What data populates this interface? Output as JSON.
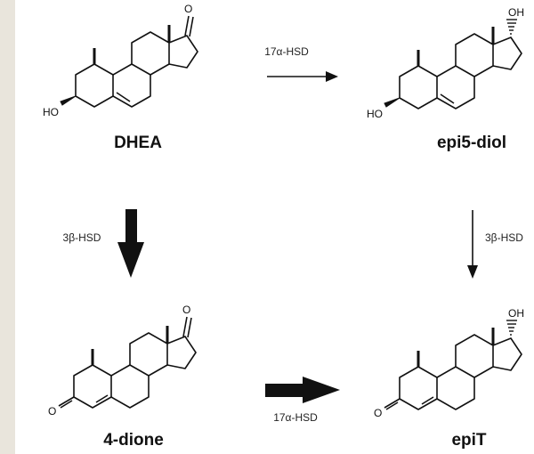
{
  "molecules": {
    "dhea": {
      "name": "DHEA",
      "substituent_c17": "O",
      "substituent_c3": "HO"
    },
    "epi5diol": {
      "name": "epi5-diol",
      "substituent_c17": "OH",
      "substituent_c3": "HO"
    },
    "dione": {
      "name": "4-dione",
      "substituent_c17": "O",
      "substituent_c3": "O"
    },
    "epit": {
      "name": "epiT",
      "substituent_c17": "OH",
      "substituent_c3": "O"
    }
  },
  "reactions": {
    "top": {
      "enzyme": "17α-HSD"
    },
    "left": {
      "enzyme": "3β-HSD"
    },
    "right": {
      "enzyme": "3β-HSD"
    },
    "bottom": {
      "enzyme": "17α-HSD"
    }
  },
  "colors": {
    "background": "#e9e5dc",
    "panel": "#ffffff",
    "ink": "#111111"
  }
}
